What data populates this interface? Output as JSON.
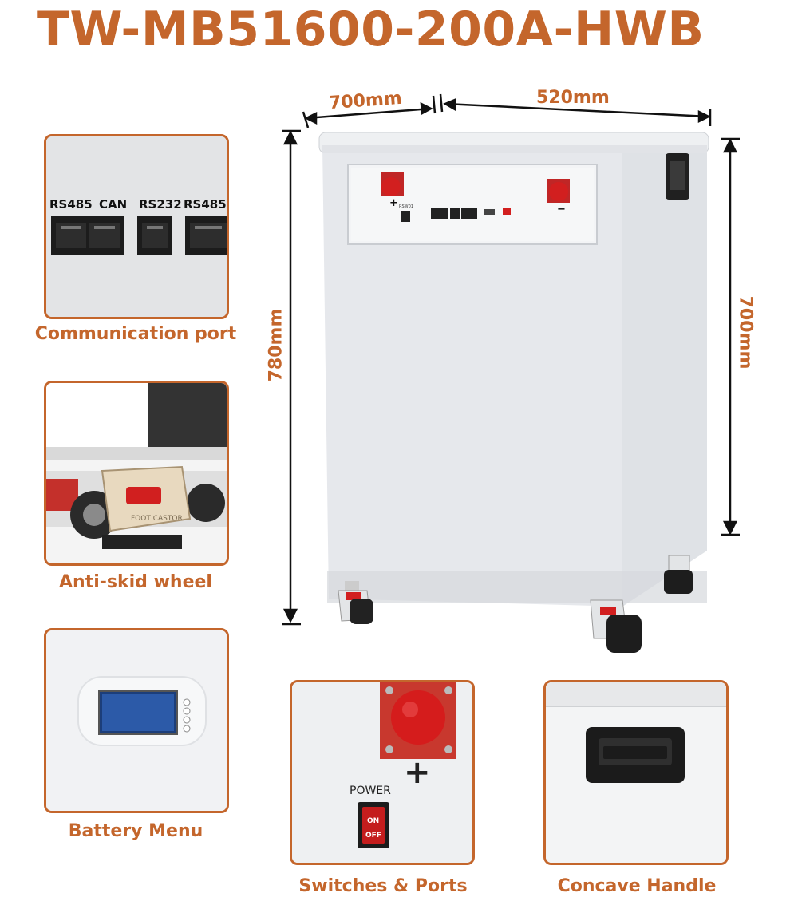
{
  "title": "TW-MB51600-200A-HWB",
  "dimensions": {
    "depth": "700mm",
    "width": "520mm",
    "height": "780mm",
    "cabinet_height": "700mm"
  },
  "communication_panel": {
    "port_labels": [
      "RS485",
      "CAN",
      "RS232",
      "RS485"
    ],
    "caption": "Communication port"
  },
  "wheel_panel": {
    "stamp": "FOOT CASTOR",
    "caption": "Anti-skid wheel"
  },
  "menu_panel": {
    "caption": "Battery Menu"
  },
  "switch_panel": {
    "power_label": "POWER",
    "on_label": "ON",
    "off_label": "OFF",
    "plus_sign": "+",
    "caption": "Switches & Ports"
  },
  "handle_panel": {
    "caption": "Concave Handle"
  },
  "front_panel": {
    "plus_sign": "+",
    "minus_sign": "−",
    "switch_label": "RSW01"
  },
  "colors": {
    "accent": "#c4662c",
    "cabinet": "#e9ebee",
    "terminal_red": "#d21f1f"
  }
}
